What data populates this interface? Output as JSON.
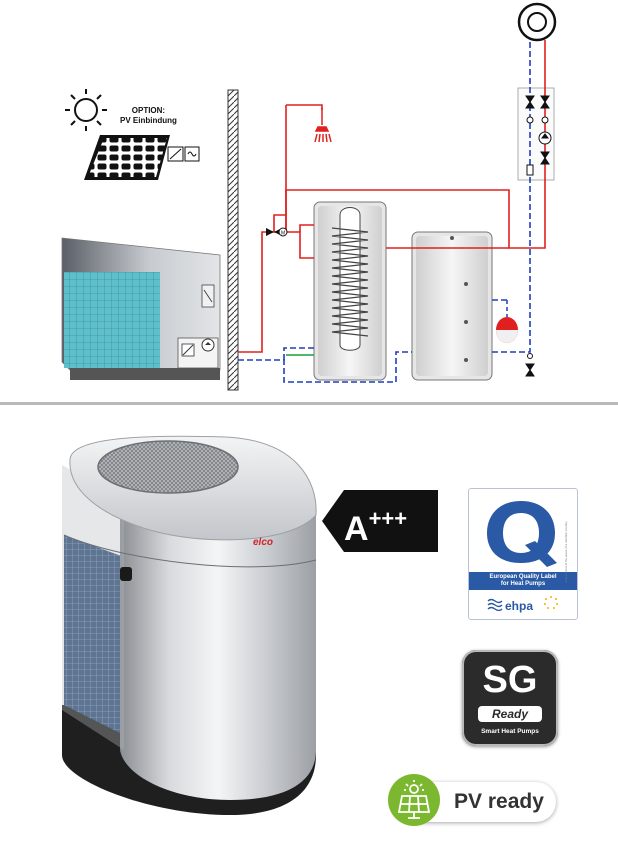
{
  "diagram": {
    "option_title": "OPTION:",
    "option_subtitle": "PV Einbindung"
  },
  "energy_label": {
    "rating": "A",
    "plus": "+++",
    "fill_color": "#111111"
  },
  "quality_label": {
    "letter": "Q",
    "band_line1": "European Quality Label",
    "band_line2": "for Heat Pumps",
    "brand": "ehpa",
    "side_text": "valid in most of the areas of a member country",
    "accent_color": "#2a5aa5"
  },
  "sg_ready": {
    "big": "SG",
    "pill": "Ready",
    "sub": "Smart Heat Pumps"
  },
  "pv_ready": {
    "label": "PV ready",
    "icon_color": "#7cb82f"
  },
  "product": {
    "brand": "elco"
  },
  "colors": {
    "flow_red": "#e0201f",
    "return_blue": "#1f3fbf",
    "green_line": "#1a9e3a"
  }
}
